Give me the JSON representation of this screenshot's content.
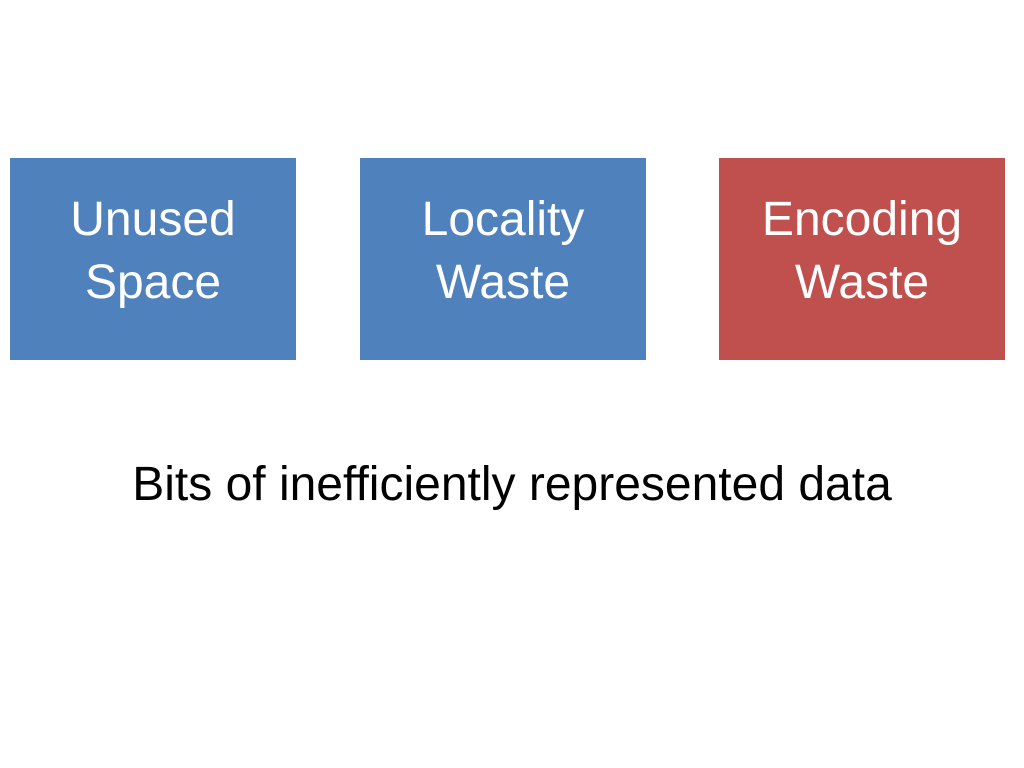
{
  "boxes": [
    {
      "line1": "Unused",
      "line2": "Space",
      "color": "#4f81bd"
    },
    {
      "line1": "Locality",
      "line2": "Waste",
      "color": "#4f81bd"
    },
    {
      "line1": "Encoding",
      "line2": "Waste",
      "color": "#c0504d"
    }
  ],
  "caption": "Bits of inefficiently represented data"
}
